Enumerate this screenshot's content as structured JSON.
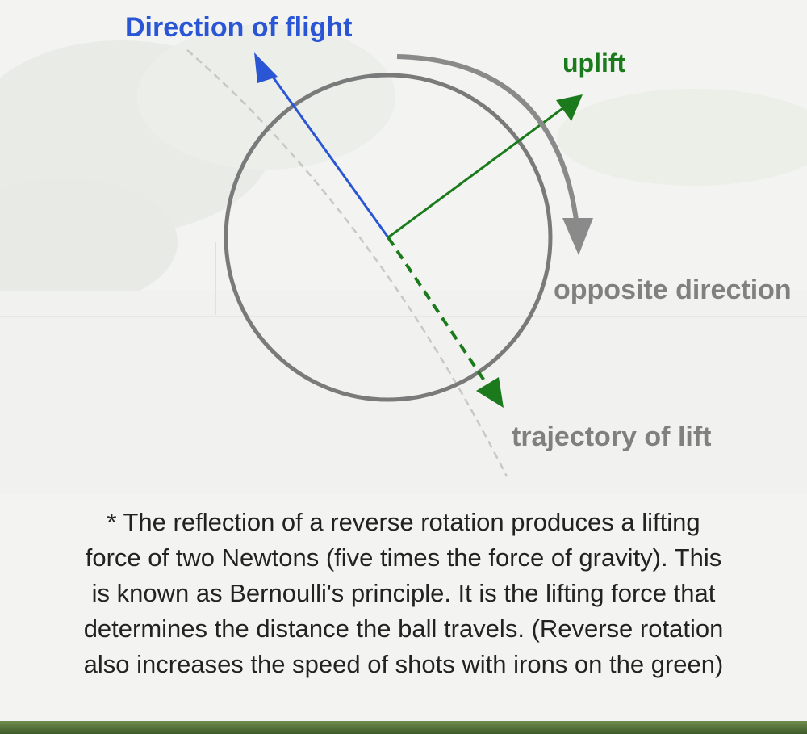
{
  "labels": {
    "direction_of_flight": "Direction of flight",
    "uplift": "uplift",
    "opposite_direction": "opposite direction",
    "trajectory_of_lift": "trajectory of lift"
  },
  "caption": {
    "lines": [
      "* The reflection of a reverse rotation produces a lifting",
      "force of two Newtons (five times the force of gravity). This",
      "is known as Bernoulli's principle. It is the lifting force that",
      "determines the distance the ball travels. (Reverse rotation",
      "also increases the speed of shots with irons on the green)"
    ]
  },
  "colors": {
    "flight": "#2a56d6",
    "uplift": "#1b7a1b",
    "ball_outline": "#7a7a7a",
    "rotation_arrow": "#8a8a8a",
    "muted_text": "#808080",
    "caption_text": "#222222"
  }
}
